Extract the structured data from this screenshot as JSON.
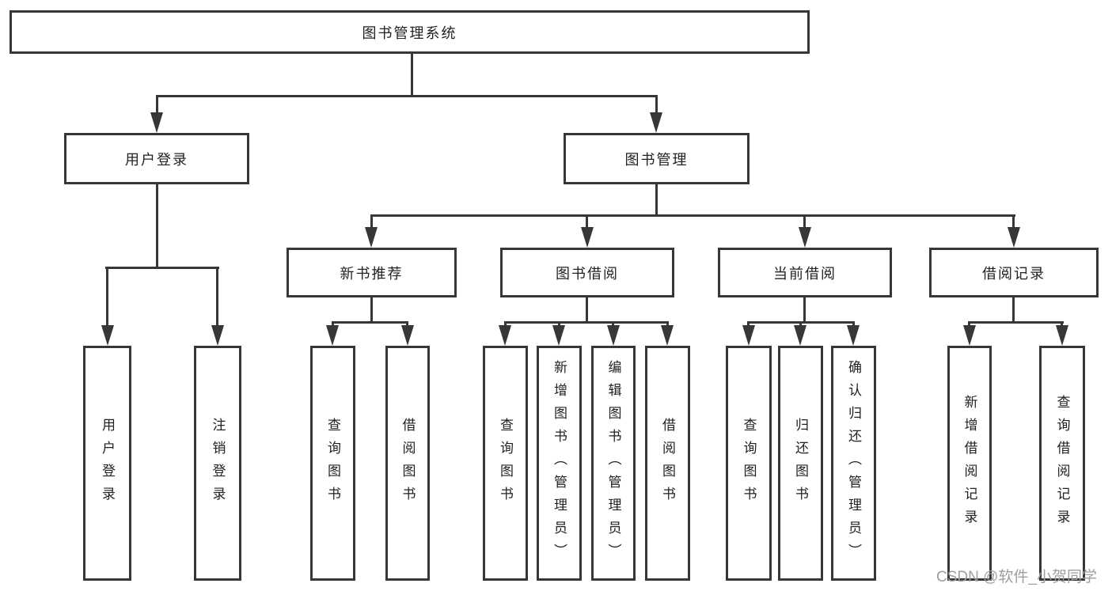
{
  "diagram": {
    "root": {
      "label": "图书管理系统"
    },
    "branches": [
      {
        "label": "用户登录",
        "children": [
          {
            "label": "用户登录"
          },
          {
            "label": "注销登录"
          }
        ]
      },
      {
        "label": "图书管理",
        "groups": [
          {
            "label": "新书推荐",
            "children": [
              {
                "label": "查询图书"
              },
              {
                "label": "借阅图书"
              }
            ]
          },
          {
            "label": "图书借阅",
            "children": [
              {
                "label": "查询图书"
              },
              {
                "label": "新增图书（管理员）"
              },
              {
                "label": "编辑图书（管理员）"
              },
              {
                "label": "借阅图书"
              }
            ]
          },
          {
            "label": "当前借阅",
            "children": [
              {
                "label": "查询图书"
              },
              {
                "label": "归还图书"
              },
              {
                "label": "确认归还（管理员）"
              }
            ]
          },
          {
            "label": "借阅记录",
            "children": [
              {
                "label": "新增借阅记录"
              },
              {
                "label": "查询借阅记录"
              }
            ]
          }
        ]
      }
    ]
  },
  "watermark": {
    "text": "CSDN @软件_小贺同学"
  },
  "colors": {
    "line": "#37373a",
    "text": "#222222",
    "watermark": "#9e9e9e",
    "background": "#ffffff"
  }
}
